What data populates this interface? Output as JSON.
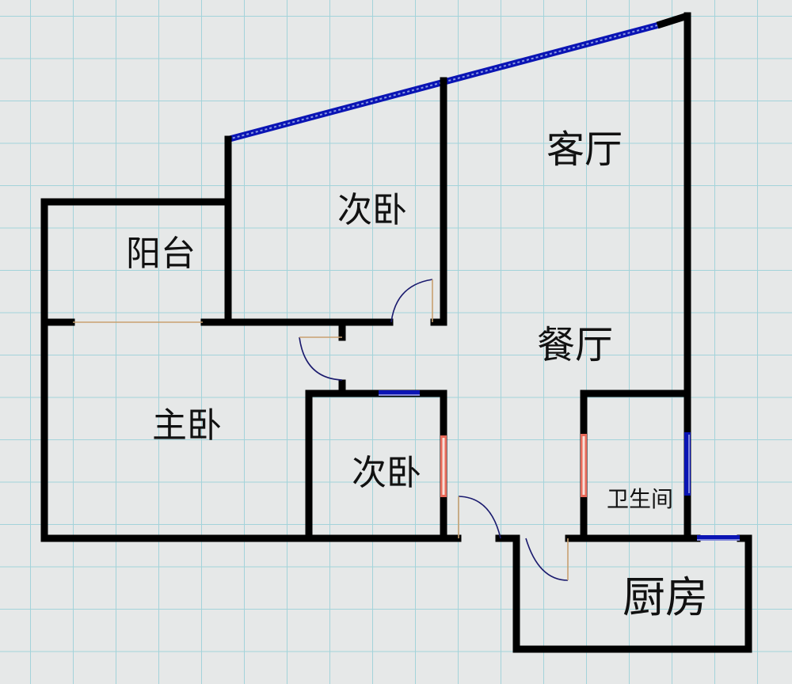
{
  "floor_plan": {
    "rooms": {
      "living_room": "客厅",
      "second_bedroom_north": "次卧",
      "balcony": "阳台",
      "dining_room": "餐厅",
      "master_bedroom": "主卧",
      "second_bedroom_south": "次卧",
      "bathroom": "卫生间",
      "kitchen": "厨房"
    },
    "colors": {
      "background": "#e6e8e8",
      "grid": "#a3d3da",
      "wall": "#000000",
      "window_blue": "#0a14b4",
      "window_red": "#e86a5a",
      "door_leaf": "#c8a070",
      "door_arc": "#1a1a6e"
    }
  }
}
